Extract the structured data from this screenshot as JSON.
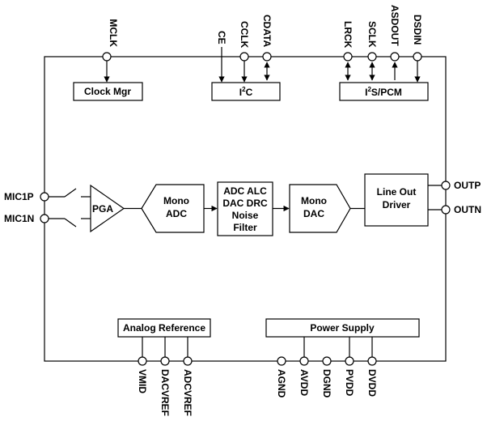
{
  "top_pins": {
    "mclk": "MCLK",
    "ce": "CE",
    "cclk": "CCLK",
    "cdata": "CDATA",
    "lrck": "LRCK",
    "sclk": "SCLK",
    "asdout": "ASDOUT",
    "dsdin": "DSDIN"
  },
  "blocks": {
    "clock_mgr": "Clock Mgr",
    "i2c_prefix": "I",
    "i2c_sup": "2",
    "i2c_suffix": "C",
    "i2s_prefix": "I",
    "i2s_sup": "2",
    "i2s_suffix": "S/PCM",
    "pga": "PGA",
    "mono_adc_line1": "Mono",
    "mono_adc_line2": "ADC",
    "dsp_line1": "ADC ALC",
    "dsp_line2": "DAC DRC",
    "dsp_line3": "Noise",
    "dsp_line4": "Filter",
    "mono_dac_line1": "Mono",
    "mono_dac_line2": "DAC",
    "lineout_line1": "Line Out",
    "lineout_line2": "Driver",
    "analog_ref": "Analog Reference",
    "power_supply": "Power Supply"
  },
  "side_pins": {
    "mic1p": "MIC1P",
    "mic1n": "MIC1N",
    "outp": "OUTP",
    "outn": "OUTN"
  },
  "bottom_pins": {
    "vmid": "VMID",
    "dacvref": "DACVREF",
    "adcvref": "ADCVREF",
    "agnd": "AGND",
    "avdd": "AVDD",
    "dgnd": "DGND",
    "pvdd": "PVDD",
    "dvdd": "DVDD"
  }
}
